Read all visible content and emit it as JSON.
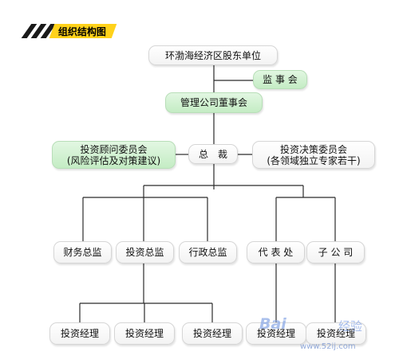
{
  "header": {
    "title": "组织结构图"
  },
  "nodes": {
    "shareholder": "环渤海经济区股东单位",
    "supervisors": "监 事 会",
    "board": "管理公司董事会",
    "advisory": {
      "line1": "投资顾问委员会",
      "line2": "(风险评估及对策建议)"
    },
    "president": "总　裁",
    "decision": {
      "line1": "投资决策委员会",
      "line2": "(各领域独立专家若干)"
    },
    "finance": "财务总监",
    "invest_director": "投资总监",
    "admin": "行政总监",
    "representative": "代 表 处",
    "subsidiary": "子 公 司",
    "managers": [
      "投资经理",
      "投资经理",
      "投资经理",
      "投资经理",
      "投资经理"
    ]
  },
  "watermark": {
    "logo": "Bai",
    "tag": "经验",
    "url": "www.52ij.com"
  },
  "colors": {
    "line": "#2b2b2b",
    "green_fill": "#d4f0d4",
    "title_yellow": "#ffd21a"
  }
}
